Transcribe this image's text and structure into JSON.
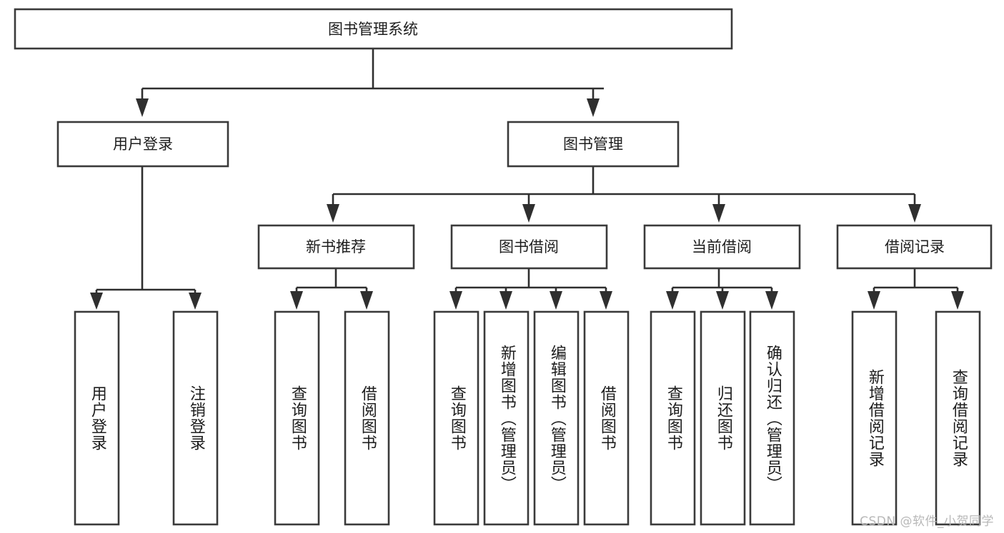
{
  "diagram": {
    "title": "图书管理系统",
    "type": "tree-hierarchy",
    "orientation": "top-down",
    "root": {
      "id": "root",
      "label": "图书管理系统"
    },
    "level2": [
      {
        "id": "user-login",
        "label": "用户登录"
      },
      {
        "id": "book-management",
        "label": "图书管理"
      }
    ],
    "level3": [
      {
        "id": "new-book-recommend",
        "label": "新书推荐",
        "parent": "book-management"
      },
      {
        "id": "book-borrow",
        "label": "图书借阅",
        "parent": "book-management"
      },
      {
        "id": "current-borrow",
        "label": "当前借阅",
        "parent": "book-management"
      },
      {
        "id": "borrow-record",
        "label": "借阅记录",
        "parent": "book-management"
      }
    ],
    "leaves": {
      "user-login": [
        {
          "id": "leaf-user-login",
          "label": "用户登录"
        },
        {
          "id": "leaf-user-logout",
          "label": "注销登录"
        }
      ],
      "new-book-recommend": [
        {
          "id": "leaf-query-book-1",
          "label": "查询图书"
        },
        {
          "id": "leaf-borrow-book-1",
          "label": "借阅图书"
        }
      ],
      "book-borrow": [
        {
          "id": "leaf-query-book-2",
          "label": "查询图书"
        },
        {
          "id": "leaf-add-book",
          "label": "新增图书（管理员）"
        },
        {
          "id": "leaf-edit-book",
          "label": "编辑图书（管理员）"
        },
        {
          "id": "leaf-borrow-book-2",
          "label": "借阅图书"
        }
      ],
      "current-borrow": [
        {
          "id": "leaf-query-book-3",
          "label": "查询图书"
        },
        {
          "id": "leaf-return-book",
          "label": "归还图书"
        },
        {
          "id": "leaf-confirm-return",
          "label": "确认归还（管理员）"
        }
      ],
      "borrow-record": [
        {
          "id": "leaf-add-record",
          "label": "新增借阅记录"
        },
        {
          "id": "leaf-query-record",
          "label": "查询借阅记录"
        }
      ]
    }
  },
  "watermark": {
    "text": "CSDN @软件_小贺同学"
  },
  "colors": {
    "box_stroke": "#3a3a3a",
    "connector": "#2f2f2f",
    "text": "#1d1d1d",
    "background": "#ffffff",
    "watermark": "#b8b8b8"
  }
}
